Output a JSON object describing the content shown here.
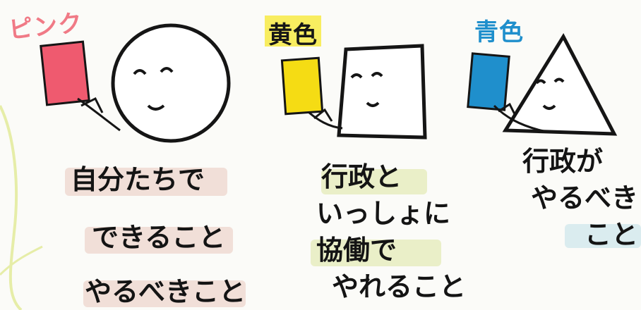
{
  "panels": [
    {
      "card_label": "ピンク",
      "card_color": "#ef5a6f",
      "label_color": "#f07a86",
      "highlight_color": "#e9c8bd",
      "lines": [
        "自分たちで",
        "できること",
        "やるべきこと"
      ]
    },
    {
      "card_label": "黄色",
      "card_color": "#f5dc14",
      "label_color": "#161616",
      "label_highlight": "#f7ea3a",
      "highlight_color": "#dde6a0",
      "lines": [
        "行政と",
        "いっしょに",
        "協働で",
        "やれること"
      ]
    },
    {
      "card_label": "青色",
      "card_color": "#1f8fcc",
      "label_color": "#1f8fcc",
      "highlight_color": "#bfe0e8",
      "lines": [
        "行政が",
        "やるべき",
        "こと"
      ]
    }
  ]
}
